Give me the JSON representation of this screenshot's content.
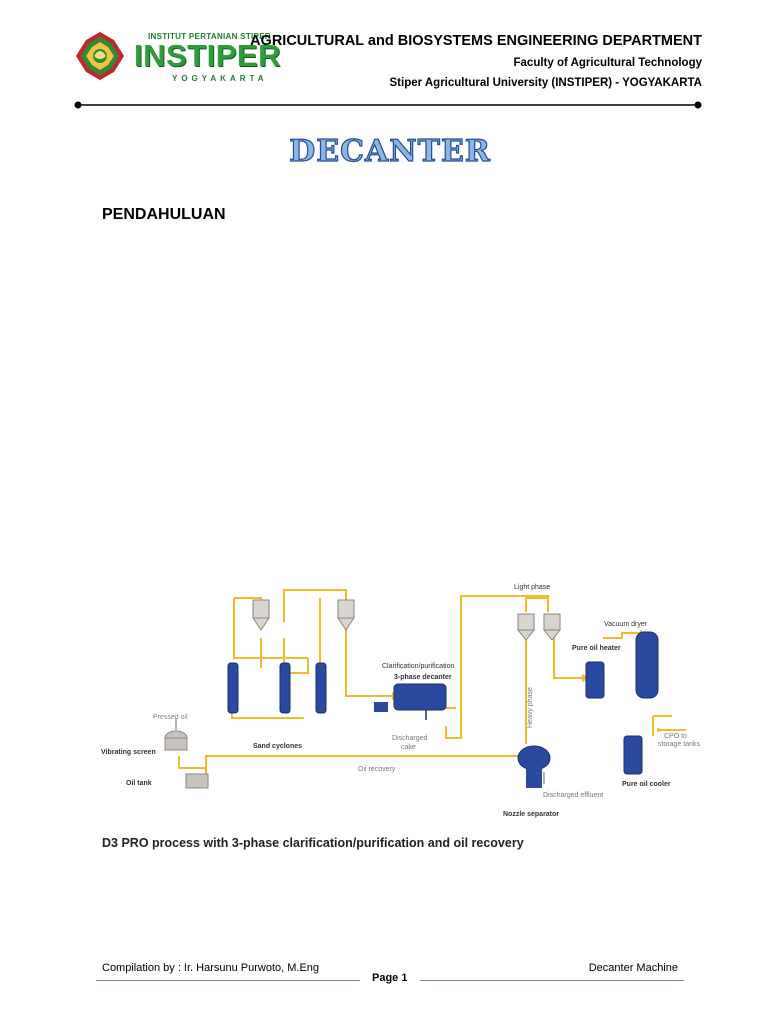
{
  "header": {
    "logo": {
      "top_text": "INSTITUT PERTANIAN STIPER",
      "name": "INSTIPER",
      "city": "YOGYAKARTA"
    },
    "department": "AGRICULTURAL and BIOSYSTEMS ENGINEERING DEPARTMENT",
    "faculty": "Faculty of Agricultural Technology",
    "university": "Stiper Agricultural University (INSTIPER) - YOGYAKARTA"
  },
  "title": "DECANTER",
  "section_heading": "PENDAHULUAN",
  "diagram": {
    "labels": {
      "light_phase": "Light phase",
      "heavy_phase": "Heavy phase",
      "vacuum_dryer": "Vacuum dryer",
      "pure_oil_heater": "Pure oil heater",
      "clarification_1": "Clarification/purification",
      "clarification_2": "3-phase decanter",
      "pressed_oil": "Pressed oil",
      "vibrating_screen": "Vibrating screen",
      "sand_cyclones": "Sand cyclones",
      "discharged_cake_1": "Discharged",
      "discharged_cake_2": "cake",
      "cpo_1": "CPO to",
      "cpo_2": "storage tanks",
      "oil_tank": "Oil tank",
      "oil_recovery": "Oil recovery",
      "discharged_effluent": "Discharged effluent",
      "pure_oil_cooler": "Pure oil cooler",
      "nozzle_separator": "Nozzle separator"
    },
    "colors": {
      "pipe": "#f5b82e",
      "equipment": "#2a4aa0",
      "tank": "#c9c4bd"
    }
  },
  "caption": "D3 PRO process with 3-phase clarification/purification and oil recovery",
  "footer": {
    "compilation": "Compilation by : Ir. Harsunu Purwoto, M.Eng",
    "page": "Page 1",
    "doc_name": "Decanter Machine"
  }
}
